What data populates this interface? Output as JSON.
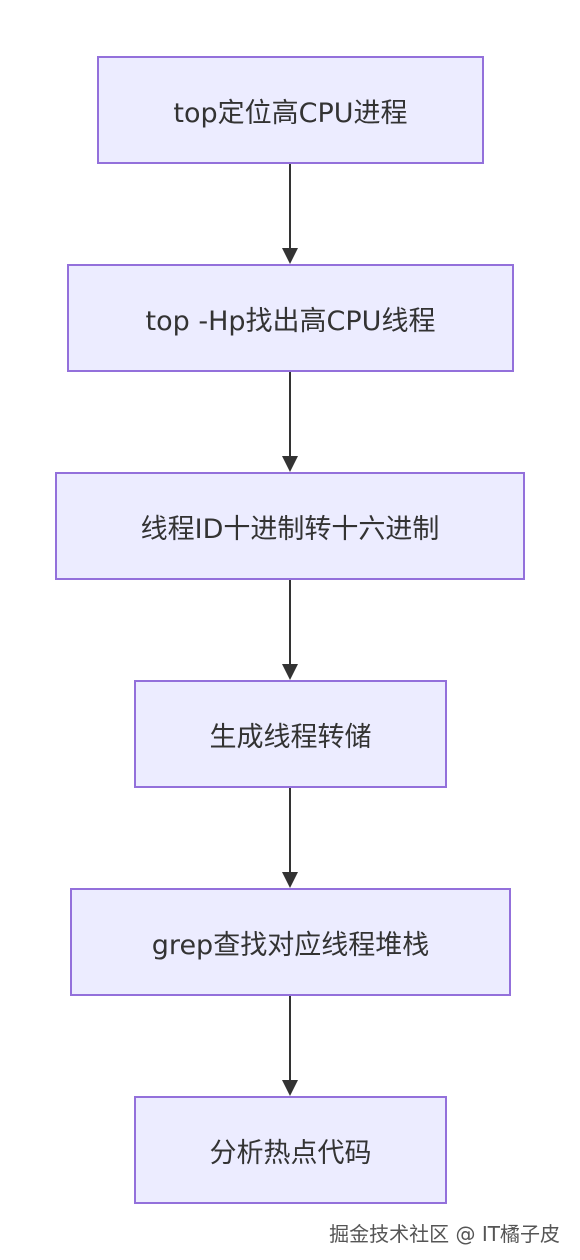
{
  "flowchart": {
    "nodes": [
      {
        "label": "top定位高CPU进程"
      },
      {
        "label": "top -Hp找出高CPU线程"
      },
      {
        "label": "线程ID十进制转十六进制"
      },
      {
        "label": "生成线程转储"
      },
      {
        "label": "grep查找对应线程堆栈"
      },
      {
        "label": "分析热点代码"
      }
    ],
    "colors": {
      "node_fill": "#ECECFF",
      "node_border": "#9370DB",
      "edge": "#333333",
      "text": "#333333"
    }
  },
  "watermark": {
    "text": "掘金技术社区 @ IT橘子皮"
  }
}
